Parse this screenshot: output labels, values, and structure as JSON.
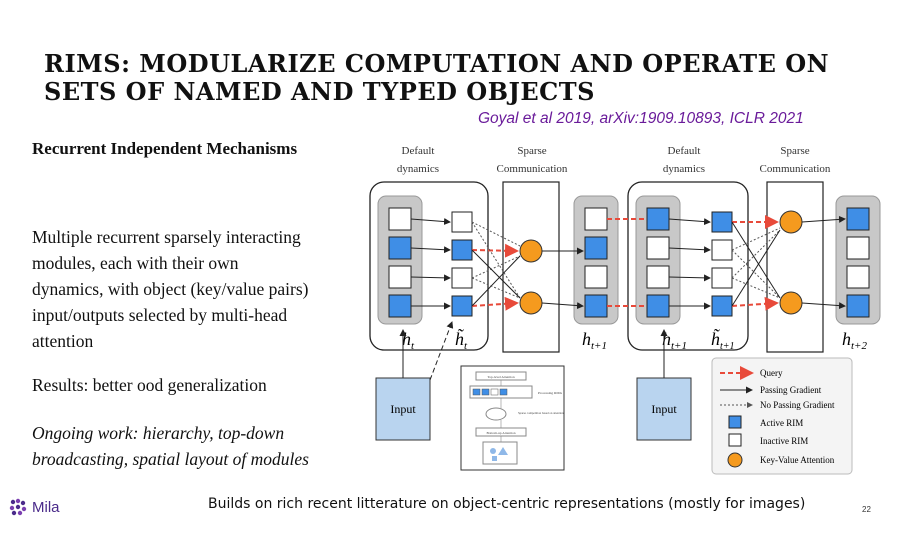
{
  "slide": {
    "title_line1": "RIMS: MODULARIZE COMPUTATION AND OPERATE ON",
    "title_line2": "SETS OF NAMED AND TYPED OBJECTS",
    "citation": "Goyal et al 2019, arXiv:1909.10893, ICLR 2021",
    "subheading": "Recurrent Independent Mechanisms",
    "description_lines": [
      "Multiple recurrent sparsely interacting",
      "modules, each with their own",
      "dynamics, with object (key/value pairs)",
      "input/outputs selected by multi-head",
      "attention"
    ],
    "results": "Results: better ood generalization",
    "ongoing_lines": [
      "Ongoing work: hierarchy, top-down",
      "broadcasting, spatial layout of modules"
    ],
    "footer": "Builds on rich recent litterature on object-centric representations (mostly for images)",
    "page_number": "22",
    "logo_text": "Mila"
  },
  "diagram": {
    "default_dynamics_1": [
      "Default",
      "dynamics"
    ],
    "sparse_communication_1": [
      "Sparse",
      "Communication"
    ],
    "default_dynamics_2": [
      "Default",
      "dynamics"
    ],
    "sparse_communication_2": [
      "Sparse",
      "Communication"
    ],
    "input_1": "Input",
    "input_2": "Input",
    "label_h_t": "h",
    "label_h_t_sub": "t",
    "label_htilde_t": "h̃",
    "label_htilde_t_sub": "t",
    "label_h_t1": "h",
    "label_h_t1_sub": "t+1",
    "label_h_t1b": "h",
    "label_h_t1b_sub": "t+1",
    "label_htilde_t1": "h̃",
    "label_htilde_t1_sub": "t+1",
    "label_h_t2": "h",
    "label_h_t2_sub": "t+2",
    "inset_labels": [
      "Top-level Attention",
      "Processing RIMs",
      "Sparse competition based on attention",
      "Bottom-up Attention"
    ],
    "legend": {
      "query": "Query",
      "passing": "Passing Gradient",
      "no_passing": "No Passing Gradient",
      "active": "Active RIM",
      "inactive": "Inactive RIM",
      "kv": "Key-Value Attention"
    },
    "colors": {
      "active": "#3f8ee6",
      "inactive": "#ffffff",
      "kv_attention": "#f59a1e",
      "query_arrow": "#e84a3a",
      "group_bg": "#c8c8c8",
      "brand": "#4a2a8a"
    }
  }
}
